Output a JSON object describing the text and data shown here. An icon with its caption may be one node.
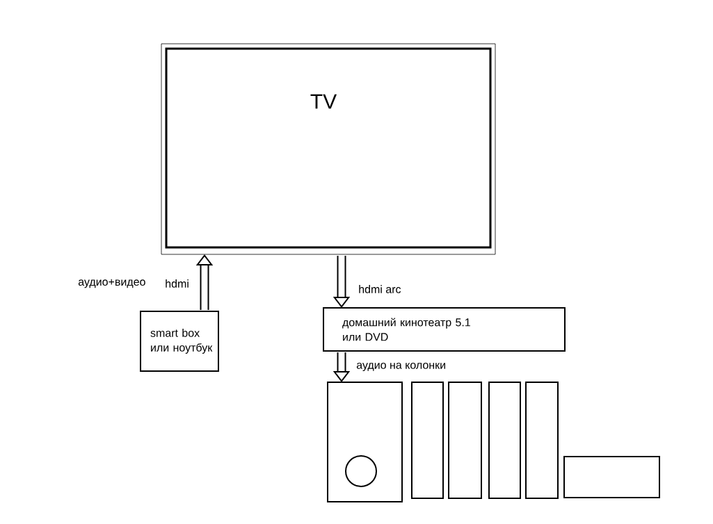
{
  "diagram": {
    "nodes": [
      {
        "text": [
          "TV"
        ]
      },
      {
        "text": [
          "smart box или ноутбук"
        ]
      },
      {
        "text": [
          "домашний кинотеатр 5.1 или DVD"
        ]
      },
      {
        "text": [],
        "shape": "box"
      },
      {
        "text": [],
        "shape": "box"
      },
      {
        "text": [],
        "shape": "box"
      },
      {
        "text": [],
        "shape": "box"
      },
      {
        "text": [],
        "shape": "box"
      },
      {
        "text": [],
        "shape": "box"
      }
    ],
    "edges": [
      {
        "from": 1,
        "to": 0,
        "arrow": "to",
        "label": "hdmi"
      },
      {
        "from": 0,
        "to": 2,
        "arrow": "to",
        "label": "hdmi arc"
      },
      {
        "from": 2,
        "to": 3,
        "arrow": "to",
        "label": "аудио на колонки"
      }
    ],
    "labels": [
      "аудио+видео"
    ]
  }
}
